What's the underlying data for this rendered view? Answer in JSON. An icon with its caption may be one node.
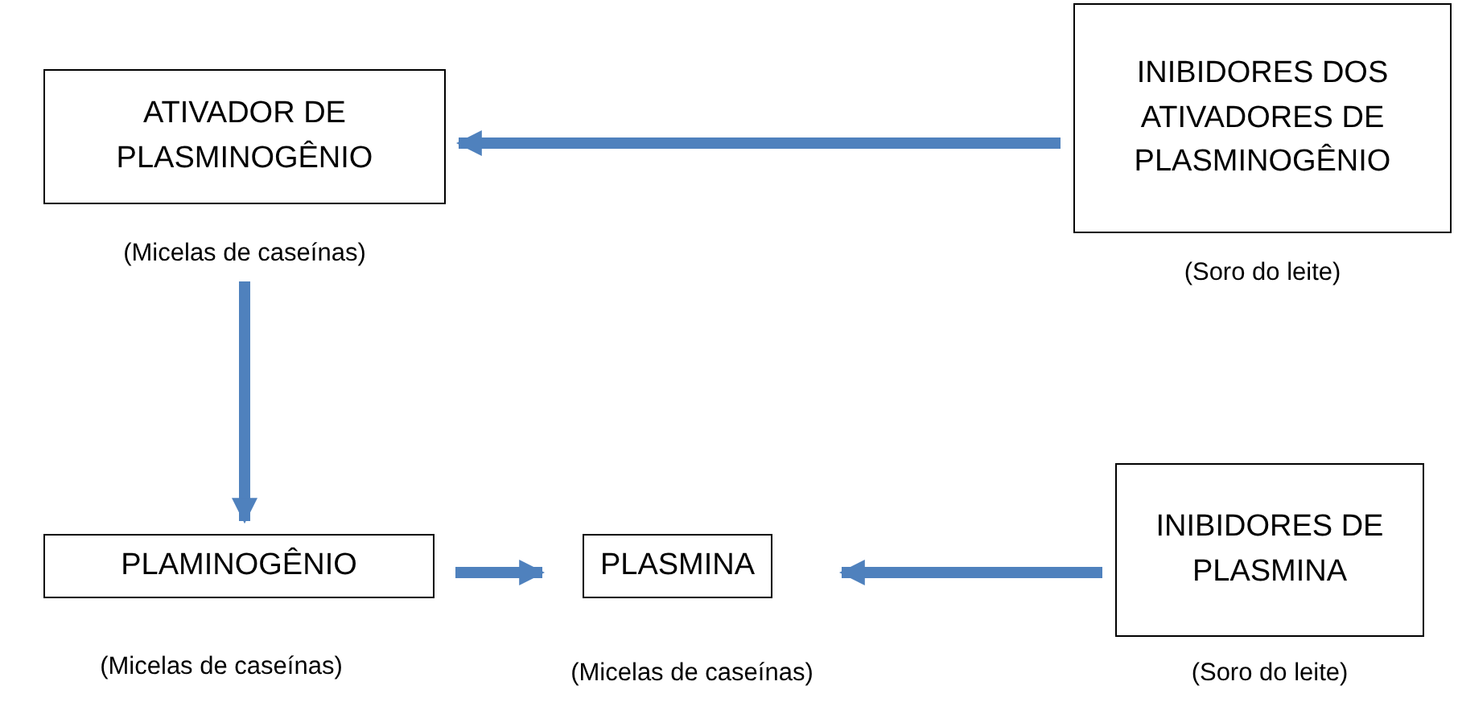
{
  "diagram": {
    "nodes": [
      {
        "text": [
          "ATIVADOR DE PLASMINOGÊNIO"
        ],
        "beside": [
          "(Micelas de caseínas)"
        ]
      },
      {
        "text": [
          "INIBIDORES DOS ATIVADORES DE PLASMINOGÊNIO"
        ],
        "beside": [
          "(Soro do leite)"
        ]
      },
      {
        "text": [
          "PLAMINOGÊNIO"
        ],
        "beside": [
          "(Micelas de caseínas)"
        ]
      },
      {
        "text": [
          "PLASMINA"
        ],
        "beside": [
          "(Micelas de caseínas)"
        ]
      },
      {
        "text": [
          "INIBIDORES DE PLASMINA"
        ],
        "beside": [
          "(Soro do leite)"
        ]
      }
    ],
    "edges": [
      {
        "from": 1,
        "to": 0,
        "arrow": "to"
      },
      {
        "from": 0,
        "to": 2,
        "arrow": "to"
      },
      {
        "from": 2,
        "to": 3,
        "arrow": "to"
      },
      {
        "from": 4,
        "to": 3,
        "arrow": "to"
      }
    ]
  }
}
